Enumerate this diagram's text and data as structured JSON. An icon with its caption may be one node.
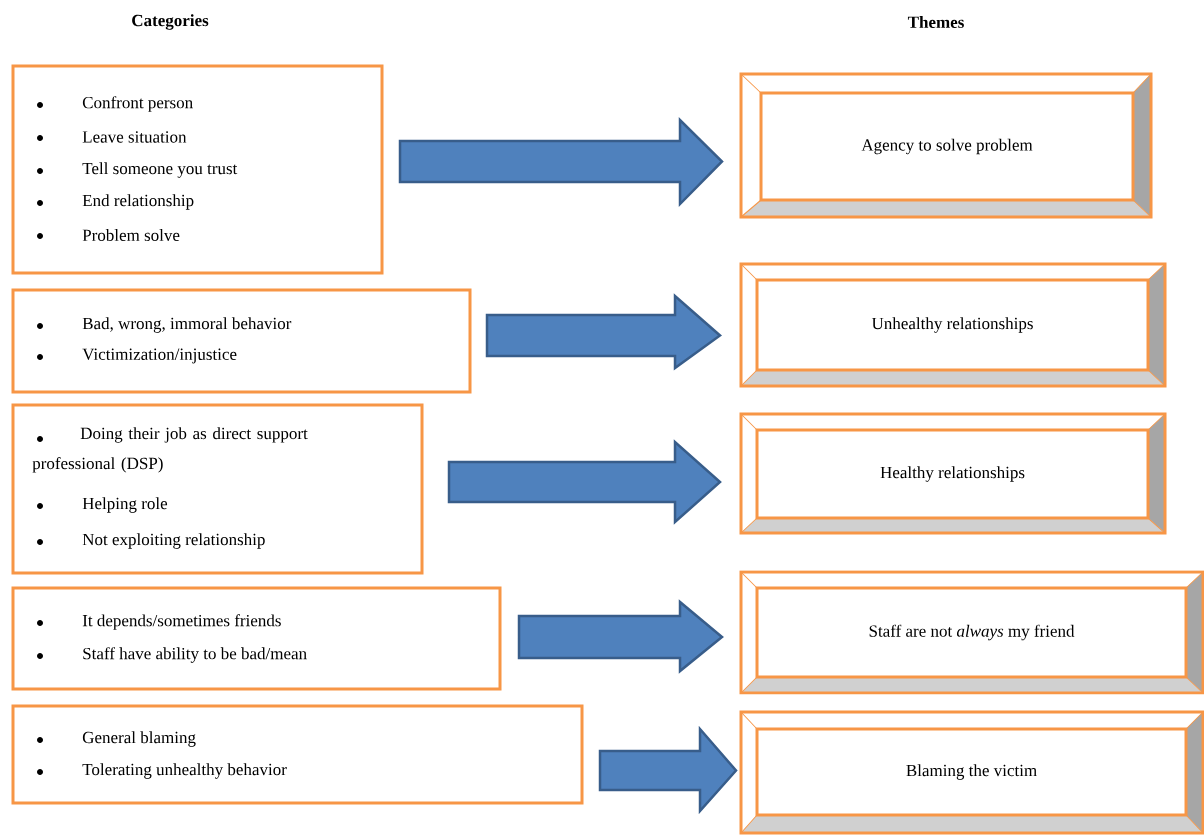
{
  "diagram": {
    "nodes": [
      {
        "text": [
          "Confront person",
          "Leave situation",
          "Tell someone you trust",
          "End relationship",
          "Problem solve"
        ]
      },
      {
        "text": [
          "Bad, wrong, immoral behavior",
          "Victimization/injustice"
        ]
      },
      {
        "text": [
          "Doing their job as direct support professional (DSP)",
          "Helping role",
          "Not exploiting relationship"
        ]
      },
      {
        "text": [
          "It depends/sometimes friends",
          "Staff have ability to be bad/mean"
        ]
      },
      {
        "text": [
          "General blaming",
          "Tolerating unhealthy behavior"
        ]
      },
      {
        "text": [
          "Agency to solve problem"
        ]
      },
      {
        "text": [
          "Unhealthy relationships"
        ]
      },
      {
        "text": [
          "Healthy relationships"
        ]
      },
      {
        "text": [
          "Staff are not *always* my friend"
        ]
      },
      {
        "text": [
          "Blaming the victim"
        ]
      }
    ],
    "edges": [
      {
        "from": 0,
        "to": 5,
        "arrow": "to"
      },
      {
        "from": 1,
        "to": 6,
        "arrow": "to"
      },
      {
        "from": 2,
        "to": 7,
        "arrow": "to"
      },
      {
        "from": 3,
        "to": 8,
        "arrow": "to"
      },
      {
        "from": 4,
        "to": 9,
        "arrow": "to"
      }
    ],
    "labels": [
      "Categories",
      "Themes"
    ]
  }
}
